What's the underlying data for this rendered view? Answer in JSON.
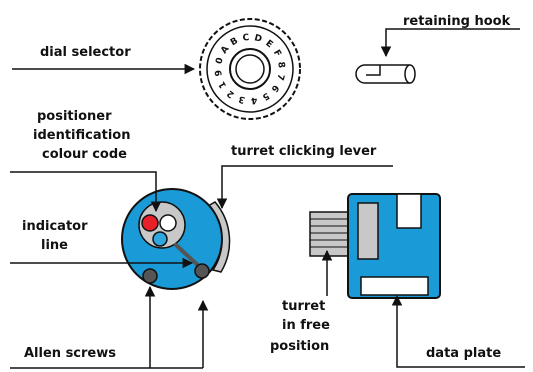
{
  "labels": {
    "dial_selector": "dial selector",
    "retaining_hook": "retaining hook",
    "positioner_line1": "positioner",
    "positioner_line2": "identification",
    "positioner_line3": "colour code",
    "turret_lever": "turret clicking lever",
    "indicator_line1": "indicator",
    "indicator_line2": "line",
    "allen_screws": "Allen screws",
    "turret_line1": "turret",
    "turret_line2": "in free",
    "turret_line3": "position",
    "data_plate": "data plate"
  },
  "dial": {
    "markings": [
      "1",
      "2",
      "3",
      "4",
      "5",
      "6",
      "7",
      "8",
      "F",
      "E",
      "D",
      "C",
      "B",
      "A",
      "0",
      "9"
    ]
  },
  "colors": {
    "blue": "#1a9ad6",
    "grey": "#c8c8c8",
    "dark_grey": "#555555",
    "red": "#e8202a",
    "light_blue": "#2fa7df",
    "white": "#ffffff",
    "line": "#111111"
  }
}
